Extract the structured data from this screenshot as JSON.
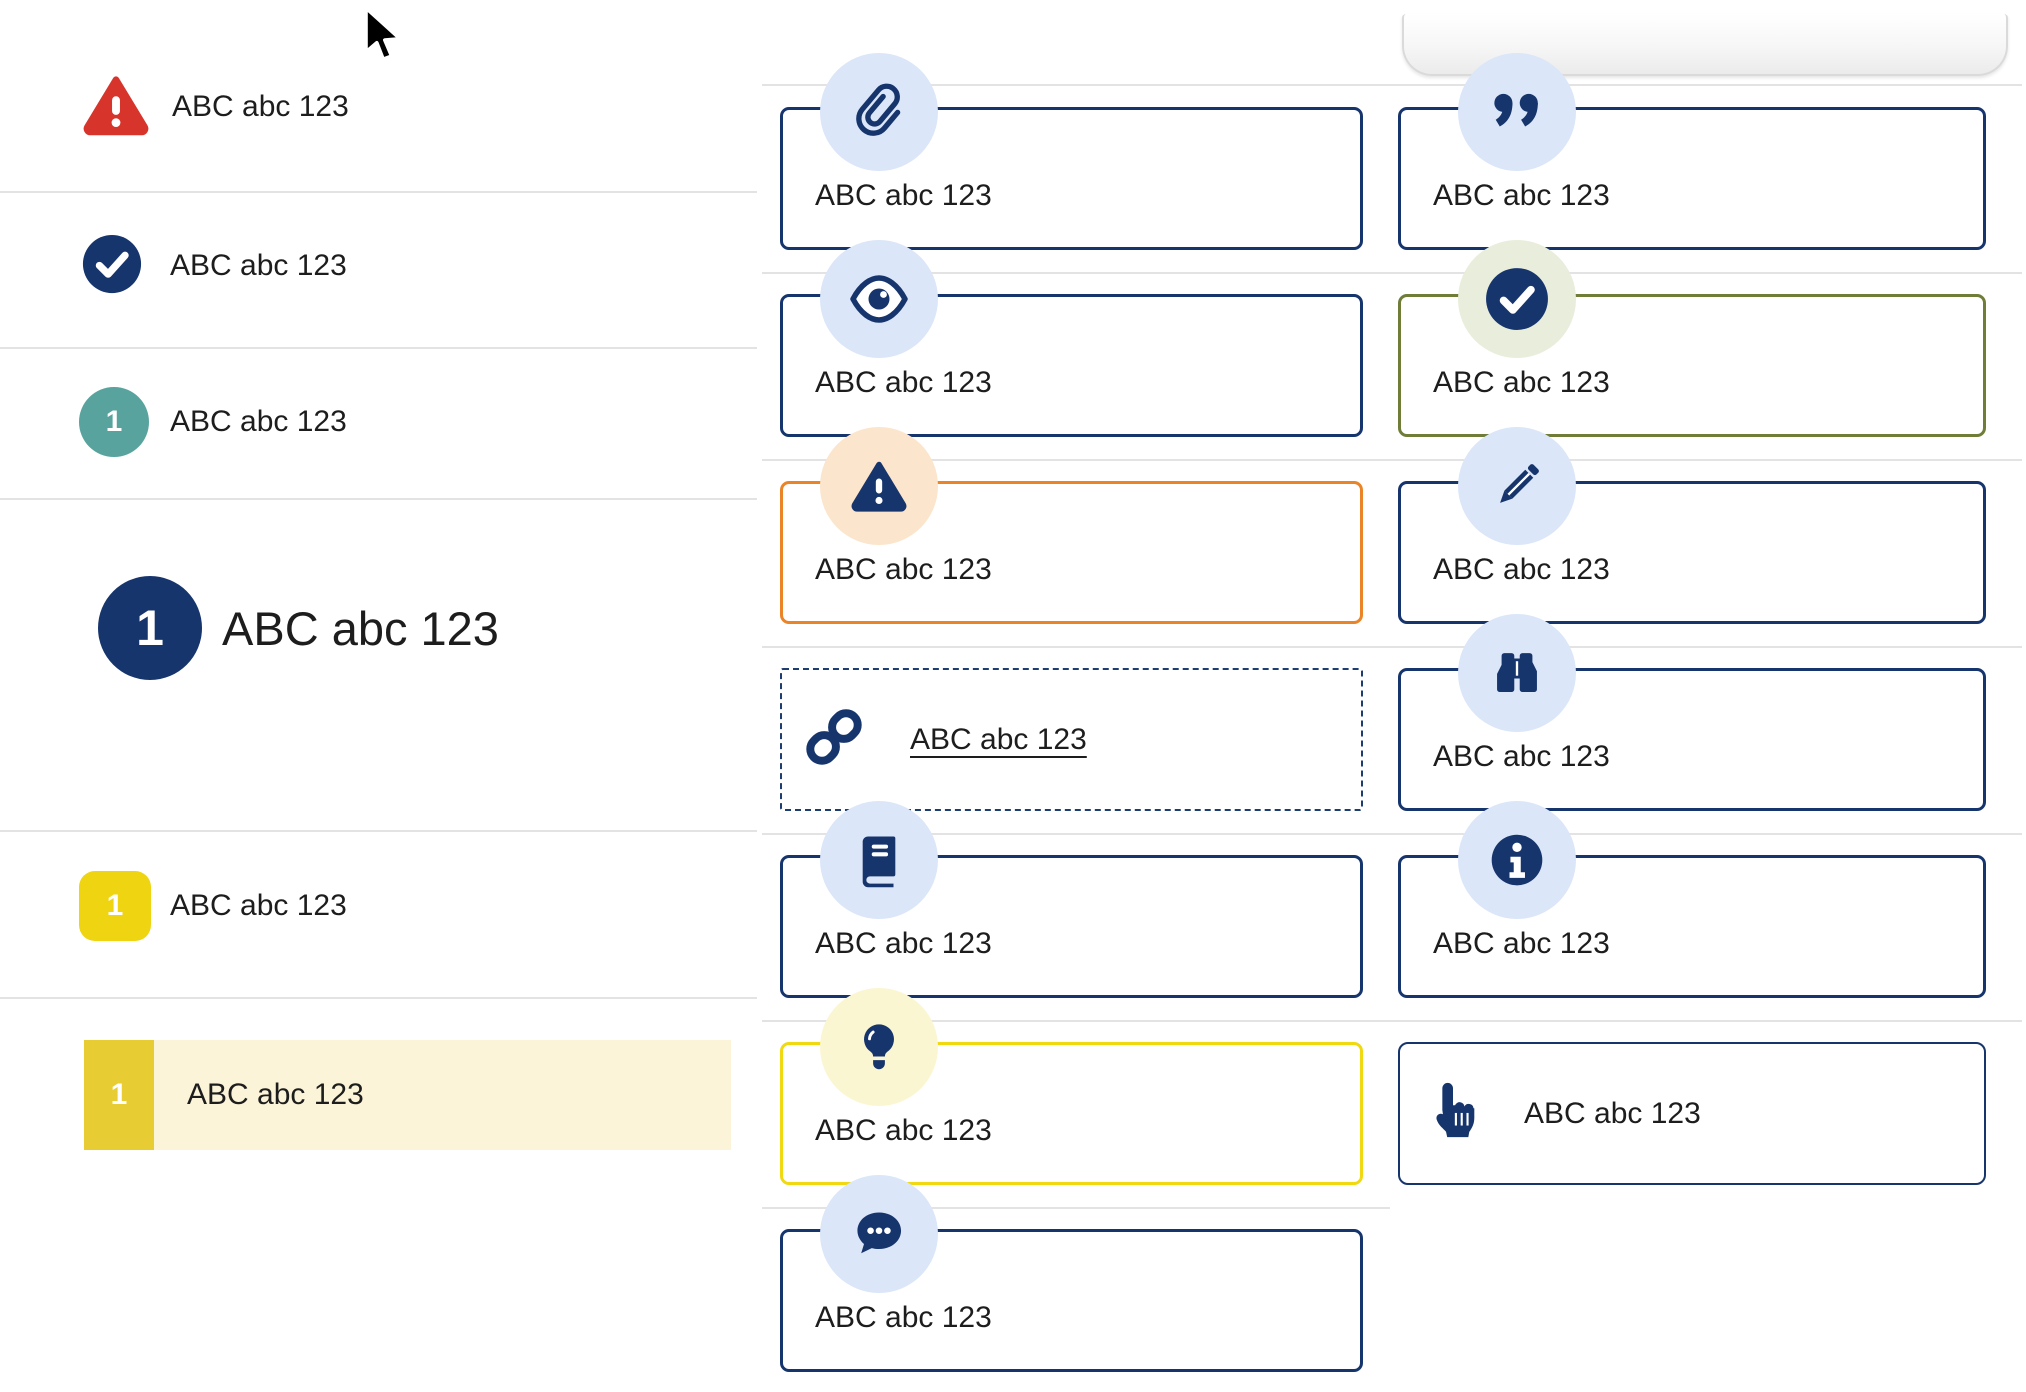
{
  "colors": {
    "navy": "#17356d",
    "red": "#d7352c",
    "teal": "#58a39e",
    "yellow_badge": "#efd511",
    "yellow_tab": "#e7cc33",
    "yellow_row_bg": "#fbf4d8",
    "orange_border": "#ea8426",
    "olive_border": "#6f7d38",
    "yellow_border": "#f1d911",
    "icon_circle_blue": "#dbe6f8",
    "icon_circle_peach": "#fbe5cc",
    "icon_circle_green": "#e9eddb",
    "icon_circle_yellow": "#fbf6d2",
    "text": "#1d1d1d"
  },
  "left_list": {
    "items": [
      {
        "icon": "alert-triangle-icon",
        "label": "ABC abc 123"
      },
      {
        "icon": "check-circle-icon",
        "label": "ABC abc 123"
      },
      {
        "icon": "number-badge-teal",
        "badge": "1",
        "label": "ABC abc 123"
      },
      {
        "icon": "number-badge-navy-large",
        "badge": "1",
        "label": "ABC abc 123"
      },
      {
        "icon": "number-badge-yellow",
        "badge": "1",
        "label": "ABC abc 123"
      },
      {
        "icon": "number-badge-yellow-tab",
        "badge": "1",
        "label": "ABC abc 123",
        "highlighted": true
      }
    ]
  },
  "middle_cards": {
    "items": [
      {
        "icon": "paperclip-icon",
        "label": "ABC abc 123",
        "variant": "navy"
      },
      {
        "icon": "eye-icon",
        "label": "ABC abc 123",
        "variant": "navy"
      },
      {
        "icon": "warning-triangle-icon",
        "label": "ABC abc 123",
        "variant": "orange"
      },
      {
        "icon": "link-icon",
        "label": "ABC abc 123",
        "variant": "dashed-link",
        "underlined": true
      },
      {
        "icon": "book-icon",
        "label": "ABC abc 123",
        "variant": "navy"
      },
      {
        "icon": "lightbulb-icon",
        "label": "ABC abc 123",
        "variant": "yellow"
      },
      {
        "icon": "chat-bubble-icon",
        "label": "ABC abc 123",
        "variant": "navy"
      }
    ]
  },
  "right_cards": {
    "items": [
      {
        "icon": "quote-icon",
        "label": "ABC abc 123",
        "variant": "navy"
      },
      {
        "icon": "check-circle-icon",
        "label": "ABC abc 123",
        "variant": "olive"
      },
      {
        "icon": "pencil-icon",
        "label": "ABC abc 123",
        "variant": "navy"
      },
      {
        "icon": "binoculars-icon",
        "label": "ABC abc 123",
        "variant": "navy"
      },
      {
        "icon": "info-icon",
        "label": "ABC abc 123",
        "variant": "navy"
      },
      {
        "icon": "hand-point-up-icon",
        "label": "ABC abc 123",
        "variant": "navy-inline"
      }
    ]
  }
}
